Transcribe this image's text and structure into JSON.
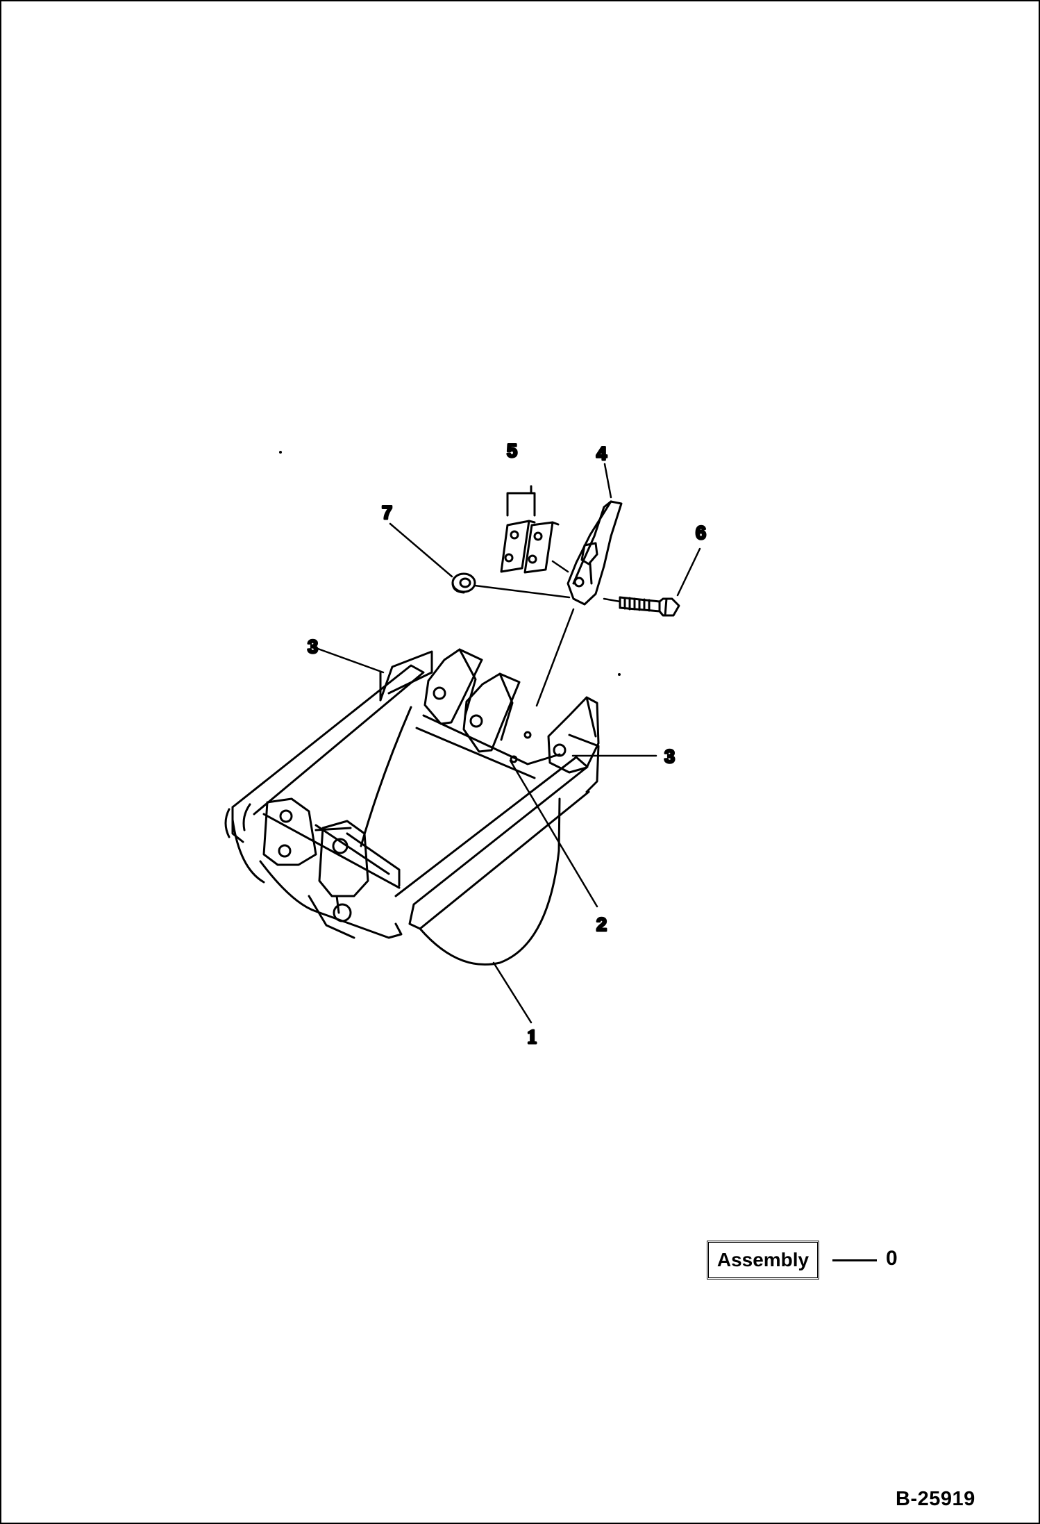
{
  "callouts": {
    "c1": "1",
    "c2": "2",
    "c3_left": "3",
    "c3_right": "3",
    "c4": "4",
    "c5": "5",
    "c6": "6",
    "c7": "7"
  },
  "assembly": {
    "label": "Assembly",
    "value": "0"
  },
  "drawing_number": "B-25919"
}
